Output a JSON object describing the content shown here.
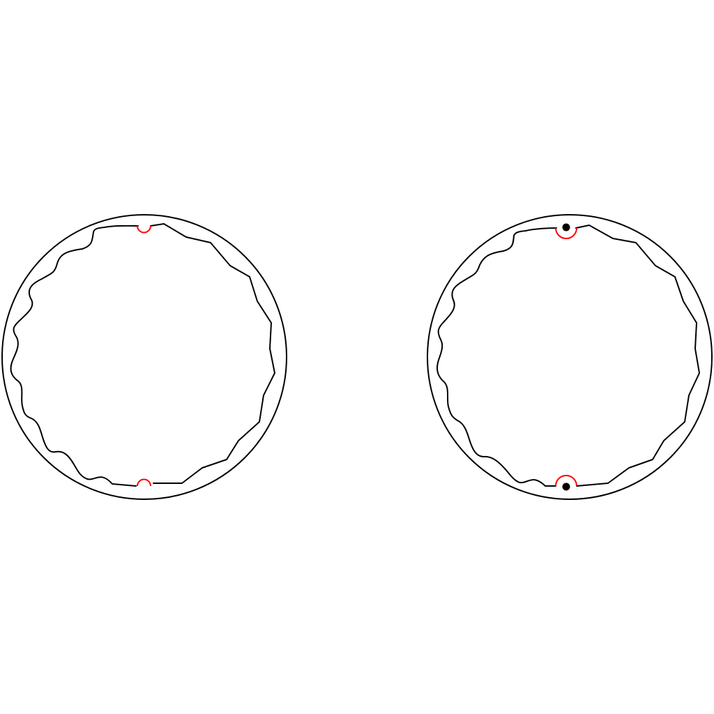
{
  "colors": {
    "background": "#ffffff",
    "stroke": "#000000",
    "notch": "#ff0000",
    "marker": "#000000"
  },
  "figures": [
    {
      "name": "left-figure",
      "notch_count": 2,
      "markers_shown": false
    },
    {
      "name": "right-figure",
      "notch_count": 2,
      "markers_shown": true
    }
  ]
}
